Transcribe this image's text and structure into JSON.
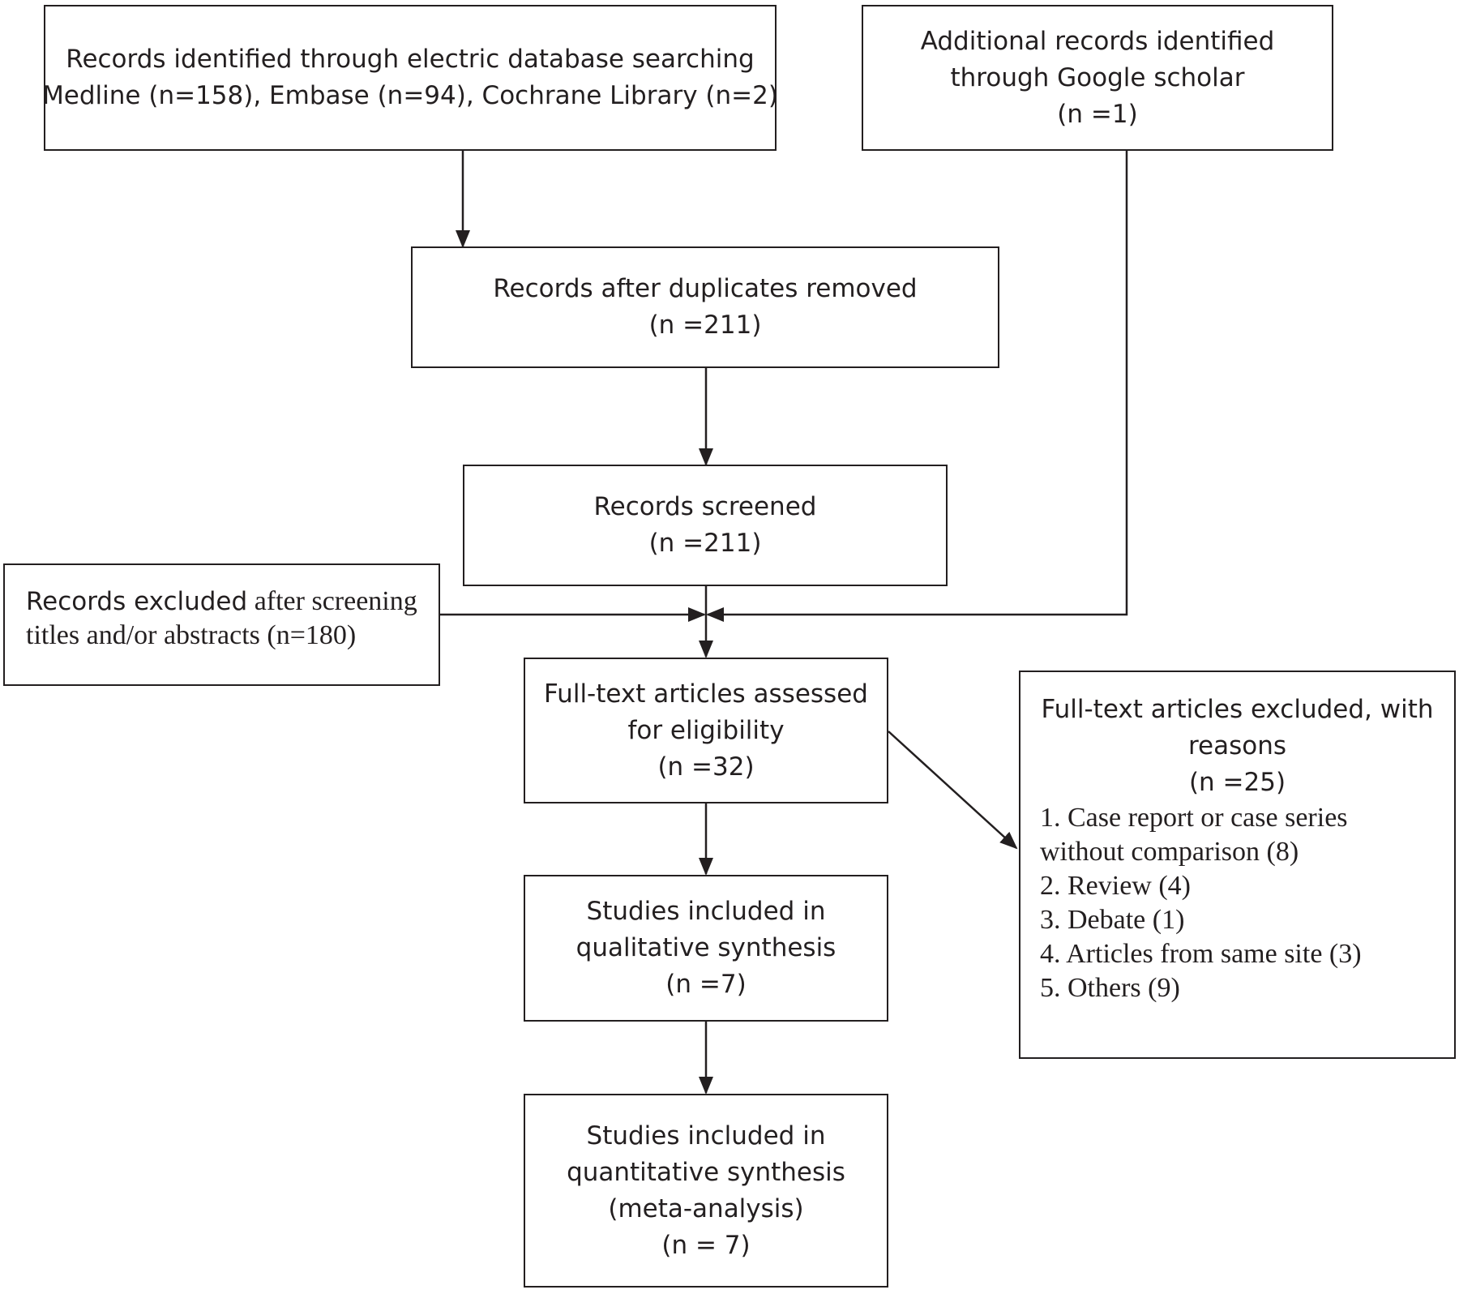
{
  "diagram": {
    "boxes": {
      "identified": {
        "lines": [
          "Records identified through electric database searching",
          "Medline (n=158), Embase (n=94), Cochrane Library (n=2)"
        ]
      },
      "additional": {
        "lines": [
          "Additional records identified",
          "through Google scholar",
          "(n =1)"
        ]
      },
      "duplicates": {
        "lines": [
          "Records after duplicates removed",
          "(n =211)"
        ]
      },
      "screened": {
        "lines": [
          "Records screened",
          "(n =211)"
        ]
      },
      "excluded": {
        "prefix": "Records excluded",
        "suffix": " after screening",
        "line2": "titles and/or abstracts (n=180)"
      },
      "fulltext": {
        "lines": [
          "Full-text articles assessed",
          "for eligibility",
          "(n =32)"
        ]
      },
      "fulltext_excluded": {
        "lines": [
          "Full-text articles excluded, with",
          "reasons",
          "(n =25)"
        ],
        "reasons": [
          "1. Case report or case series",
          "without comparison (8)",
          "2. Review (4)",
          "3. Debate (1)",
          "4. Articles from same site (3)",
          "5. Others (9)"
        ]
      },
      "qualitative": {
        "lines": [
          "Studies included in",
          "qualitative synthesis",
          "(n =7)"
        ]
      },
      "quantitative": {
        "lines": [
          "Studies included in",
          "quantitative synthesis",
          "(meta-analysis)",
          "(n = 7)"
        ]
      }
    },
    "colors": {
      "line": "#231f20",
      "background": "#ffffff"
    }
  }
}
